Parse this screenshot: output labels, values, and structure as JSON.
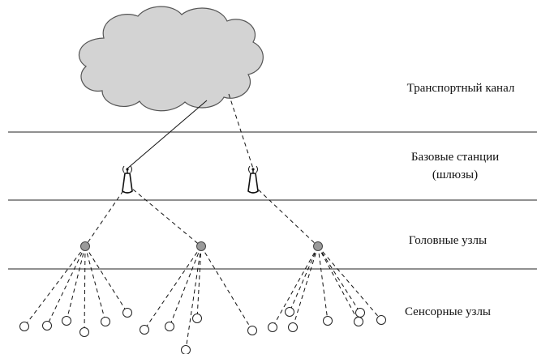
{
  "layers": [
    {
      "label_lines": [
        "Транспортный канал"
      ]
    },
    {
      "label_lines": [
        "Базовые станции",
        "(шлюзы)"
      ]
    },
    {
      "label_lines": [
        "Головные узлы"
      ]
    },
    {
      "label_lines": [
        "Сенсорные узлы"
      ]
    }
  ],
  "nodes": {
    "cloud": {
      "id": "cloud"
    },
    "base_stations": [
      {
        "id": "bs1"
      },
      {
        "id": "bs2"
      }
    ],
    "head_nodes": [
      {
        "id": "h1"
      },
      {
        "id": "h2"
      },
      {
        "id": "h3"
      }
    ],
    "sensor_nodes": [
      {
        "id": "s1",
        "head": "h1"
      },
      {
        "id": "s2",
        "head": "h1"
      },
      {
        "id": "s3",
        "head": "h1"
      },
      {
        "id": "s4",
        "head": "h1"
      },
      {
        "id": "s5",
        "head": "h1"
      },
      {
        "id": "s6",
        "head": "h1"
      },
      {
        "id": "s7",
        "head": "h2"
      },
      {
        "id": "s8",
        "head": "h2"
      },
      {
        "id": "s9",
        "head": "h2"
      },
      {
        "id": "s10",
        "head": "h2"
      },
      {
        "id": "s11",
        "head": "h2"
      },
      {
        "id": "s12",
        "head": "h3"
      },
      {
        "id": "s13",
        "head": "h3"
      },
      {
        "id": "s14",
        "head": "h3"
      },
      {
        "id": "s15",
        "head": "h3"
      },
      {
        "id": "s16",
        "head": "h3"
      },
      {
        "id": "s17",
        "head": "h3"
      },
      {
        "id": "s18",
        "head": "h3"
      }
    ]
  },
  "links": [
    {
      "from": "cloud",
      "to": "bs1",
      "style": "solid"
    },
    {
      "from": "cloud",
      "to": "bs2",
      "style": "dashed"
    },
    {
      "from": "bs1",
      "to": "h1",
      "style": "dashed"
    },
    {
      "from": "bs1",
      "to": "h2",
      "style": "dashed"
    },
    {
      "from": "bs2",
      "to": "h3",
      "style": "dashed"
    }
  ],
  "colors": {
    "cloud_fill": "#d3d3d3",
    "cloud_stroke": "#555555",
    "head_fill": "#9a9a9a",
    "line": "#111111",
    "separator": "#222222"
  }
}
